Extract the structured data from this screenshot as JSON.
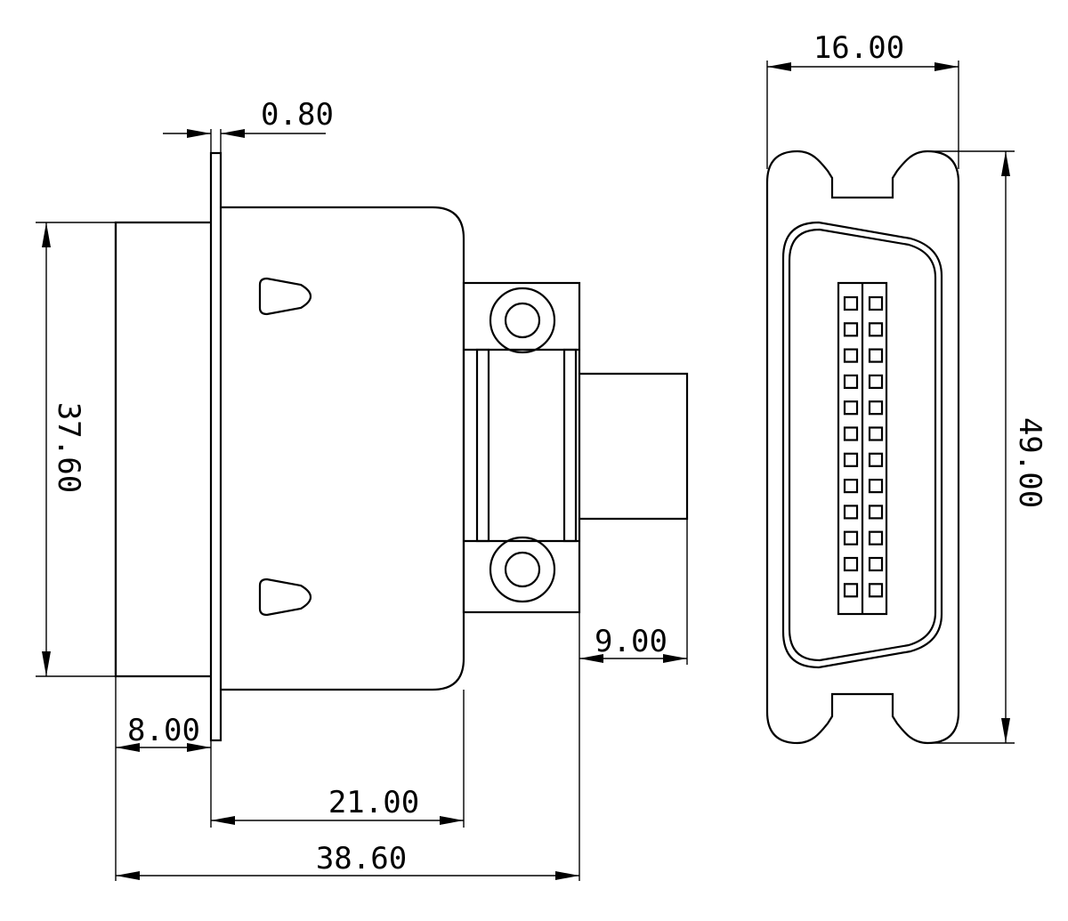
{
  "dimensions": {
    "flange_thickness": "0.80",
    "shell_height": "37.60",
    "front_depth": "8.00",
    "body_length": "21.00",
    "overall_length": "38.60",
    "tail_length": "9.00",
    "side_width": "16.00",
    "side_height": "49.00"
  },
  "colors": {
    "line": "#000000",
    "background": "#ffffff"
  }
}
